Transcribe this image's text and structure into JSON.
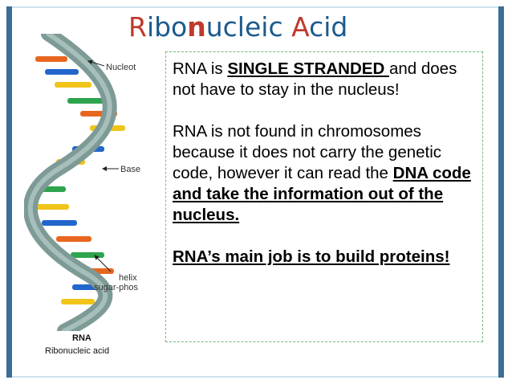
{
  "title": {
    "part1_accent": "R",
    "part2": "ibo",
    "part3_accent": "n",
    "part4": "ucleic ",
    "part5_accent": "A",
    "part6": "cid"
  },
  "diagram": {
    "label_nucleotide": "Nucleot",
    "label_base": "Base",
    "label_helix": "helix",
    "label_sugar": "sugar-phos",
    "caption": "RNA",
    "subcaption": "Ribonucleic acid"
  },
  "body": {
    "p1_a": "RNA  is ",
    "p1_b": "SINGLE STRANDED ",
    "p1_c": "and does not have to stay in the nucleus!",
    "p2_a": "RNA is not found in chromosomes because it does not carry the genetic code, however it can read the ",
    "p2_b": "DNA code and take the information out of the nucleus.",
    "p3": "RNA’s main job is to build proteins! "
  },
  "colors": {
    "title": "#1c5a8c",
    "title_accent": "#c0392b",
    "frame_bar": "#3a6f9a",
    "box_border": "#6fbb7a",
    "backbone": "#7d9a96",
    "bases": [
      "#e8661f",
      "#f0c419",
      "#2266cc",
      "#2da44e"
    ]
  }
}
